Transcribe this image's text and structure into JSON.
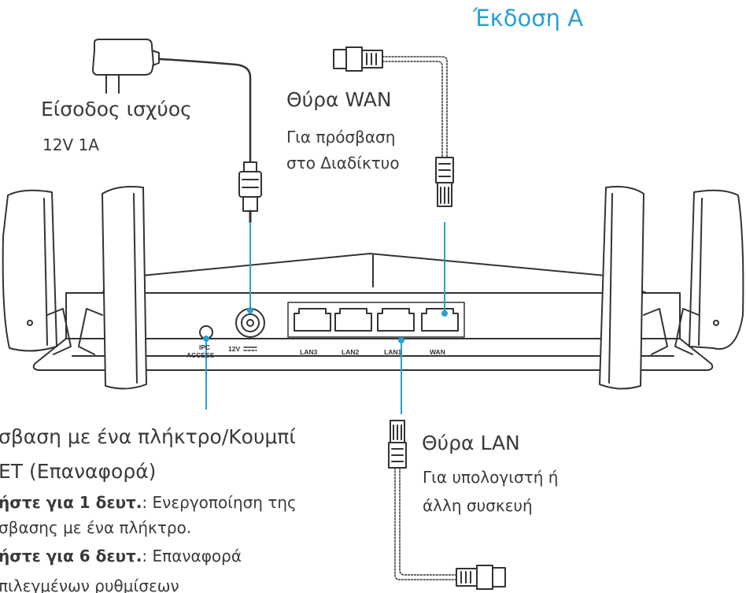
{
  "title": "Έκδοση A",
  "power": {
    "label": "Είσοδος ισχύος",
    "spec": "12V 1A"
  },
  "wan": {
    "label": "Θύρα WAN",
    "desc_line1": "Για πρόσβαση",
    "desc_line2": "στο Διαδίκτυο"
  },
  "lan": {
    "label": "Θύρα LAN",
    "desc_line1": "Για υπολογιστή ή",
    "desc_line2": "άλλη συσκευή"
  },
  "wps": {
    "line1": "σβαση με ένα πλήκτρο/Κουμπί",
    "line2": "ET (Επαναφορά)",
    "press1_bold": "ήστε για 1 δευτ.",
    "press1_rest": ": Ενεργοποίηση της",
    "line4": "σβασης με ένα πλήκτρο.",
    "press6_bold": "ήστε για 6 δευτ.",
    "press6_rest": ": Επαναφορά",
    "line6": "πιλεγμένων ρυθμίσεων"
  },
  "device_labels": {
    "ipc_line1": "IPC",
    "ipc_line2": "ACCESS",
    "power_port": "12V",
    "lan3": "LAN3",
    "lan2": "LAN2",
    "lan1": "LAN1",
    "wan": "WAN"
  },
  "colors": {
    "accent": "#2a9fd6",
    "text": "#3a3a3a",
    "outline": "#333333"
  }
}
